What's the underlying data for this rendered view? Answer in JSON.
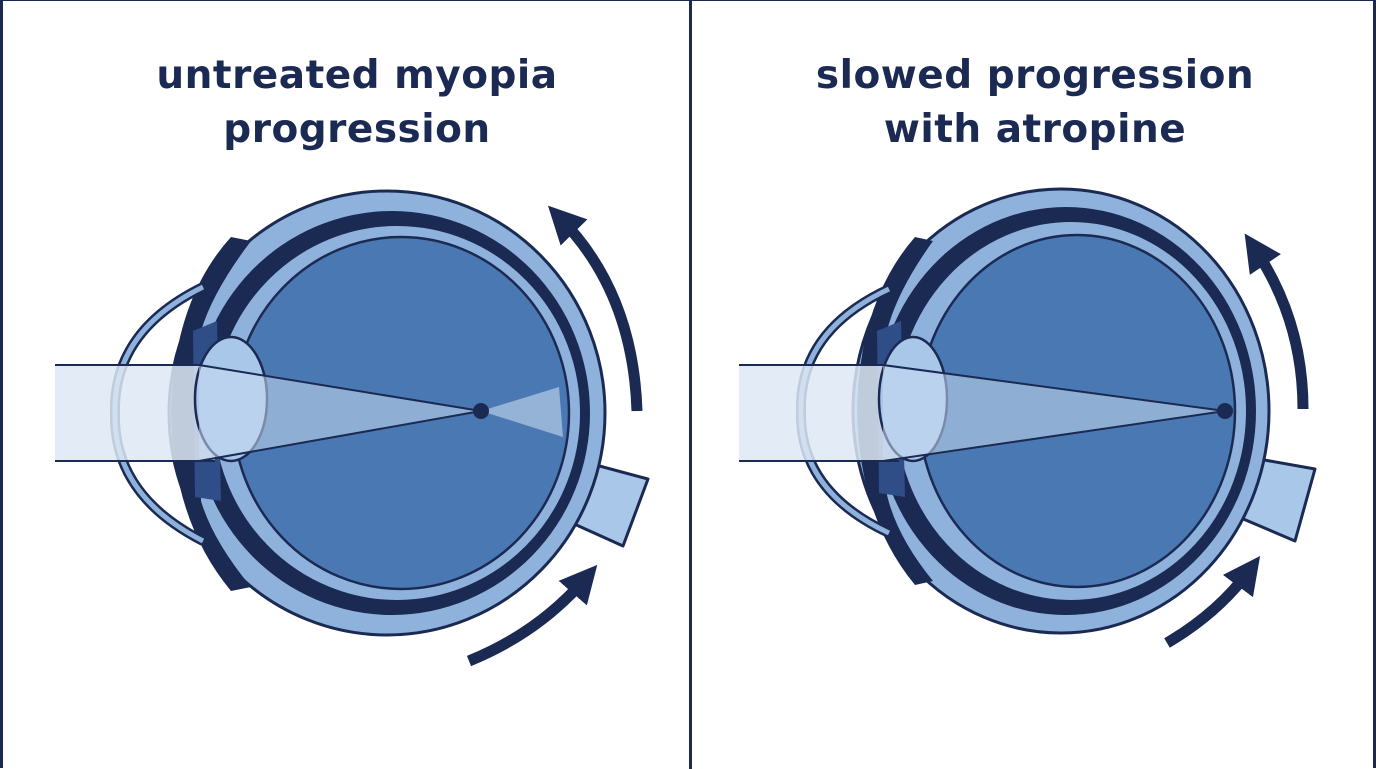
{
  "panels": [
    {
      "title_lines": [
        "untreated myopia",
        "progression"
      ]
    },
    {
      "title_lines": [
        "slowed progression",
        "with atropine"
      ]
    }
  ],
  "colors": {
    "navy": "#1b2a52",
    "vitreous": "#4a78b2",
    "sclera_light": "#8fb2dc",
    "lens": "#a9c7e8",
    "beam": "#dde8f5"
  }
}
